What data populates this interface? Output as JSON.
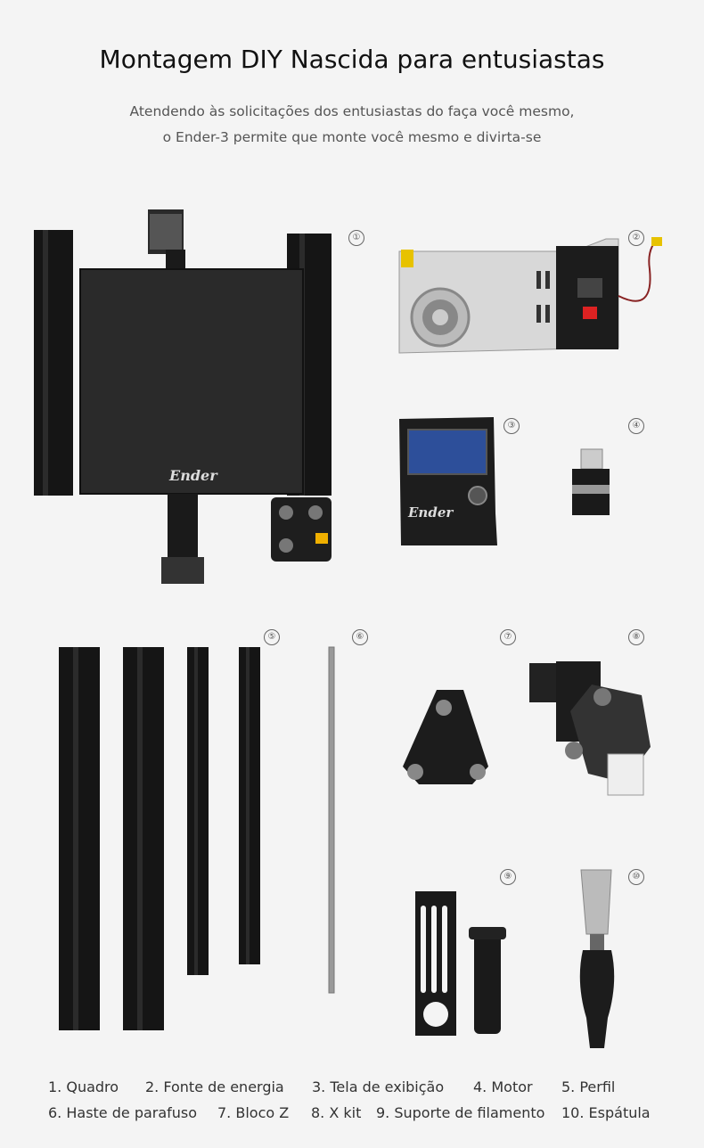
{
  "title": "Montagem DIY Nascida para entusiastas",
  "subtitle_line1": "Atendendo às solicitações dos entusiastas do faça você mesmo,",
  "subtitle_line2": "o Ender-3 permite que monte você mesmo e divirta-se",
  "markers": [
    "①",
    "②",
    "③",
    "④",
    "⑤",
    "⑥",
    "⑦",
    "⑧",
    "⑨",
    "⑩"
  ],
  "logo_text": "Ender",
  "captions": {
    "c1": "1. Quadro",
    "c2": "2. Fonte de energia",
    "c3": "3. Tela de exibição",
    "c4": "4. Motor",
    "c5": "5. Perfil",
    "c6": "6. Haste de parafuso",
    "c7": "7. Bloco Z",
    "c8": "8. X kit",
    "c9": "9. Suporte de filamento",
    "c10": "10. Espátula"
  },
  "colors": {
    "background": "#f4f4f4",
    "metal_black": "#151515",
    "lcd_blue": "#2d4f9a"
  }
}
